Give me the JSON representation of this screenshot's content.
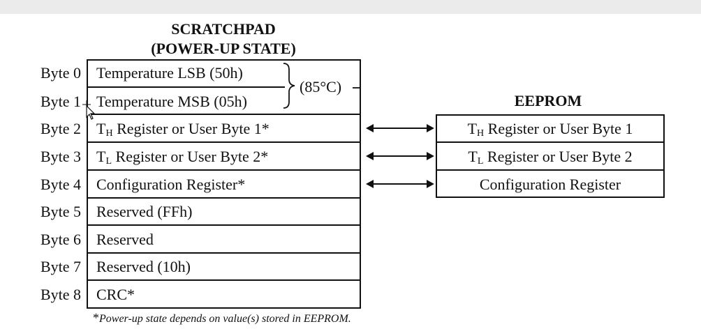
{
  "scratchpad": {
    "title_line1": "SCRATCHPAD",
    "title_line2": "(POWER-UP STATE)",
    "bytes": [
      {
        "label": "Byte 0",
        "text": "Temperature LSB (50h)"
      },
      {
        "label": "Byte 1",
        "text": "Temperature MSB (05h)"
      },
      {
        "label": "Byte 2",
        "prefix": "T",
        "sub": "H",
        "text": " Register or User Byte 1*"
      },
      {
        "label": "Byte 3",
        "prefix": "T",
        "sub": "L",
        "text": " Register or User Byte 2*"
      },
      {
        "label": "Byte 4",
        "text": "Configuration Register*"
      },
      {
        "label": "Byte 5",
        "text": "Reserved (FFh)"
      },
      {
        "label": "Byte 6",
        "text": "Reserved"
      },
      {
        "label": "Byte 7",
        "text": "Reserved (10h)"
      },
      {
        "label": "Byte 8",
        "text": "CRC*"
      }
    ],
    "temperature_note": "(85°C)"
  },
  "eeprom": {
    "title": "EEPROM",
    "rows": [
      {
        "prefix": "T",
        "sub": "H",
        "text": " Register or User Byte 1"
      },
      {
        "prefix": "T",
        "sub": "L",
        "text": " Register or User Byte 2"
      },
      {
        "text": "Configuration Register"
      }
    ]
  },
  "footnote": {
    "star": "*",
    "text": "Power-up state depends on value(s) stored in EEPROM."
  }
}
